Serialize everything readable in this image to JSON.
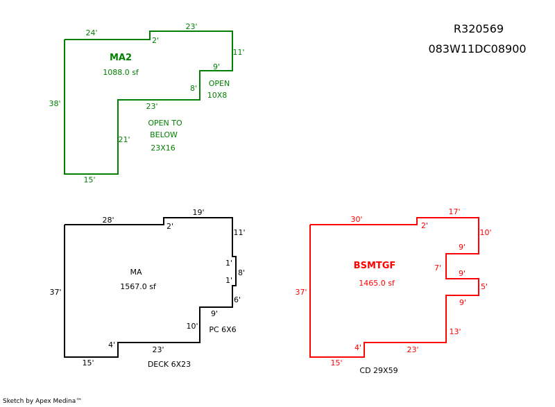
{
  "header": {
    "parcel_id": "R320569",
    "map_number": "083W11DC08900"
  },
  "footer": {
    "credit": "Sketch by Apex Medina™"
  },
  "colors": {
    "ma2": "#007f00",
    "ma": "#000000",
    "bsmtgf": "#ff0000",
    "note": "#000000"
  },
  "sketches": {
    "ma2": {
      "name": "MA2",
      "area": "1088.0 sf",
      "dims": [
        "24'",
        "2'",
        "23'",
        "11'",
        "9'",
        "8'",
        "23'",
        "21'",
        "15'",
        "38'"
      ],
      "notes": [
        "OPEN",
        "10X8",
        "OPEN TO",
        "BELOW",
        "23X16"
      ]
    },
    "ma": {
      "name": "MA",
      "area": "1567.0 sf",
      "dims": [
        "28'",
        "2'",
        "19'",
        "11'",
        "1'",
        "8'",
        "1'",
        "6'",
        "9'",
        "10'",
        "23'",
        "4'",
        "15'",
        "37'"
      ],
      "notes": [
        "PC 6X6",
        "DECK 6X23"
      ]
    },
    "bsmtgf": {
      "name": "BSMTGF",
      "area": "1465.0 sf",
      "dims": [
        "30'",
        "2'",
        "17'",
        "10'",
        "9'",
        "7'",
        "9'",
        "5'",
        "9'",
        "13'",
        "23'",
        "4'",
        "15'",
        "37'"
      ],
      "notes": [
        "CD 29X59"
      ]
    }
  }
}
